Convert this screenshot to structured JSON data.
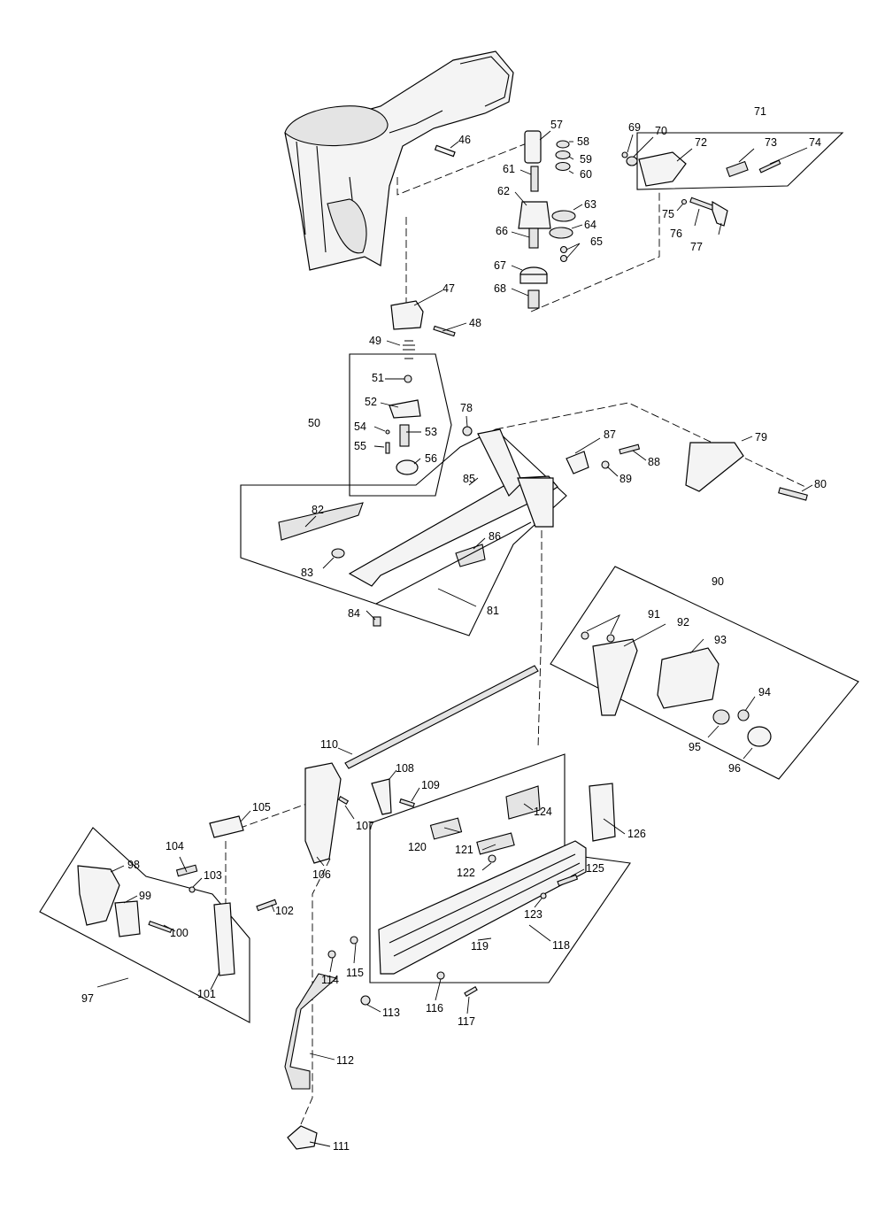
{
  "parts": [
    {
      "id": "p46",
      "number": "46"
    },
    {
      "id": "p47",
      "number": "47"
    },
    {
      "id": "p48",
      "number": "48"
    },
    {
      "id": "p49",
      "number": "49"
    },
    {
      "id": "p50",
      "number": "50"
    },
    {
      "id": "p51",
      "number": "51"
    },
    {
      "id": "p52",
      "number": "52"
    },
    {
      "id": "p53",
      "number": "53"
    },
    {
      "id": "p54",
      "number": "54"
    },
    {
      "id": "p55",
      "number": "55"
    },
    {
      "id": "p56",
      "number": "56"
    },
    {
      "id": "p57",
      "number": "57"
    },
    {
      "id": "p58",
      "number": "58"
    },
    {
      "id": "p59",
      "number": "59"
    },
    {
      "id": "p60",
      "number": "60"
    },
    {
      "id": "p61",
      "number": "61"
    },
    {
      "id": "p62",
      "number": "62"
    },
    {
      "id": "p63",
      "number": "63"
    },
    {
      "id": "p64",
      "number": "64"
    },
    {
      "id": "p65",
      "number": "65"
    },
    {
      "id": "p66",
      "number": "66"
    },
    {
      "id": "p67",
      "number": "67"
    },
    {
      "id": "p68",
      "number": "68"
    },
    {
      "id": "p69",
      "number": "69"
    },
    {
      "id": "p70",
      "number": "70"
    },
    {
      "id": "p71",
      "number": "71"
    },
    {
      "id": "p72",
      "number": "72"
    },
    {
      "id": "p73",
      "number": "73"
    },
    {
      "id": "p74",
      "number": "74"
    },
    {
      "id": "p75",
      "number": "75"
    },
    {
      "id": "p76",
      "number": "76"
    },
    {
      "id": "p77",
      "number": "77"
    },
    {
      "id": "p78",
      "number": "78"
    },
    {
      "id": "p79",
      "number": "79"
    },
    {
      "id": "p80",
      "number": "80"
    },
    {
      "id": "p81",
      "number": "81"
    },
    {
      "id": "p82",
      "number": "82"
    },
    {
      "id": "p83",
      "number": "83"
    },
    {
      "id": "p84",
      "number": "84"
    },
    {
      "id": "p85",
      "number": "85"
    },
    {
      "id": "p86",
      "number": "86"
    },
    {
      "id": "p87",
      "number": "87"
    },
    {
      "id": "p88",
      "number": "88"
    },
    {
      "id": "p89",
      "number": "89"
    },
    {
      "id": "p90",
      "number": "90"
    },
    {
      "id": "p91",
      "number": "91"
    },
    {
      "id": "p92",
      "number": "92"
    },
    {
      "id": "p93",
      "number": "93"
    },
    {
      "id": "p94",
      "number": "94"
    },
    {
      "id": "p95",
      "number": "95"
    },
    {
      "id": "p96",
      "number": "96"
    },
    {
      "id": "p97",
      "number": "97"
    },
    {
      "id": "p98",
      "number": "98"
    },
    {
      "id": "p99",
      "number": "99"
    },
    {
      "id": "p100",
      "number": "100"
    },
    {
      "id": "p101",
      "number": "101"
    },
    {
      "id": "p102",
      "number": "102"
    },
    {
      "id": "p103",
      "number": "103"
    },
    {
      "id": "p104",
      "number": "104"
    },
    {
      "id": "p105",
      "number": "105"
    },
    {
      "id": "p106",
      "number": "106"
    },
    {
      "id": "p107",
      "number": "107"
    },
    {
      "id": "p108",
      "number": "108"
    },
    {
      "id": "p109",
      "number": "109"
    },
    {
      "id": "p110",
      "number": "110"
    },
    {
      "id": "p111",
      "number": "111"
    },
    {
      "id": "p112",
      "number": "112"
    },
    {
      "id": "p113",
      "number": "113"
    },
    {
      "id": "p114",
      "number": "114"
    },
    {
      "id": "p115",
      "number": "115"
    },
    {
      "id": "p116",
      "number": "116"
    },
    {
      "id": "p117",
      "number": "117"
    },
    {
      "id": "p118",
      "number": "118"
    },
    {
      "id": "p119",
      "number": "119"
    },
    {
      "id": "p120",
      "number": "120"
    },
    {
      "id": "p121",
      "number": "121"
    },
    {
      "id": "p122",
      "number": "122"
    },
    {
      "id": "p123",
      "number": "123"
    },
    {
      "id": "p124",
      "number": "124"
    },
    {
      "id": "p125",
      "number": "125"
    },
    {
      "id": "p126",
      "number": "126"
    }
  ]
}
